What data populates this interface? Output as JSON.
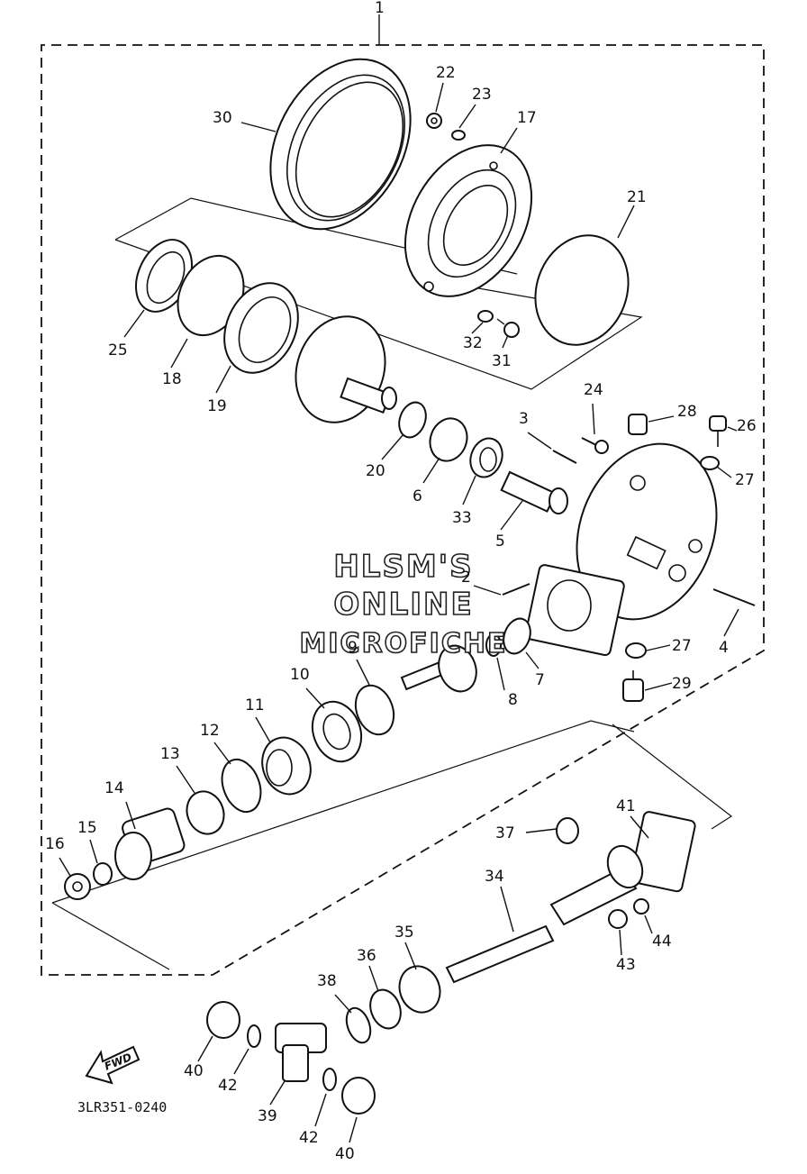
{
  "assembly_number": "1",
  "parts": [
    {
      "id": "p30",
      "label": "30"
    },
    {
      "id": "p22",
      "label": "22"
    },
    {
      "id": "p23",
      "label": "23"
    },
    {
      "id": "p17",
      "label": "17"
    },
    {
      "id": "p21",
      "label": "21"
    },
    {
      "id": "p25",
      "label": "25"
    },
    {
      "id": "p18",
      "label": "18"
    },
    {
      "id": "p19",
      "label": "19"
    },
    {
      "id": "p32",
      "label": "32"
    },
    {
      "id": "p31",
      "label": "31"
    },
    {
      "id": "p20",
      "label": "20"
    },
    {
      "id": "p6",
      "label": "6"
    },
    {
      "id": "p33",
      "label": "33"
    },
    {
      "id": "p5",
      "label": "5"
    },
    {
      "id": "p3",
      "label": "3"
    },
    {
      "id": "p24",
      "label": "24"
    },
    {
      "id": "p28",
      "label": "28"
    },
    {
      "id": "p26",
      "label": "26"
    },
    {
      "id": "p27a",
      "label": "27"
    },
    {
      "id": "p2",
      "label": "2"
    },
    {
      "id": "p4",
      "label": "4"
    },
    {
      "id": "p27b",
      "label": "27"
    },
    {
      "id": "p29",
      "label": "29"
    },
    {
      "id": "p7",
      "label": "7"
    },
    {
      "id": "p8",
      "label": "8"
    },
    {
      "id": "p9",
      "label": "9"
    },
    {
      "id": "p10",
      "label": "10"
    },
    {
      "id": "p11",
      "label": "11"
    },
    {
      "id": "p12",
      "label": "12"
    },
    {
      "id": "p13",
      "label": "13"
    },
    {
      "id": "p14",
      "label": "14"
    },
    {
      "id": "p15",
      "label": "15"
    },
    {
      "id": "p16",
      "label": "16"
    },
    {
      "id": "p37",
      "label": "37"
    },
    {
      "id": "p41",
      "label": "41"
    },
    {
      "id": "p34",
      "label": "34"
    },
    {
      "id": "p35",
      "label": "35"
    },
    {
      "id": "p36",
      "label": "36"
    },
    {
      "id": "p43",
      "label": "43"
    },
    {
      "id": "p44",
      "label": "44"
    },
    {
      "id": "p38",
      "label": "38"
    },
    {
      "id": "p40a",
      "label": "40"
    },
    {
      "id": "p42a",
      "label": "42"
    },
    {
      "id": "p39",
      "label": "39"
    },
    {
      "id": "p42b",
      "label": "42"
    },
    {
      "id": "p40b",
      "label": "40"
    }
  ],
  "watermark": {
    "line1": "HLSM'S",
    "line2": "ONLINE",
    "line3": "MICROFICHE"
  },
  "fwd_label": "FWD",
  "diagram_code": "3LR351-0240"
}
